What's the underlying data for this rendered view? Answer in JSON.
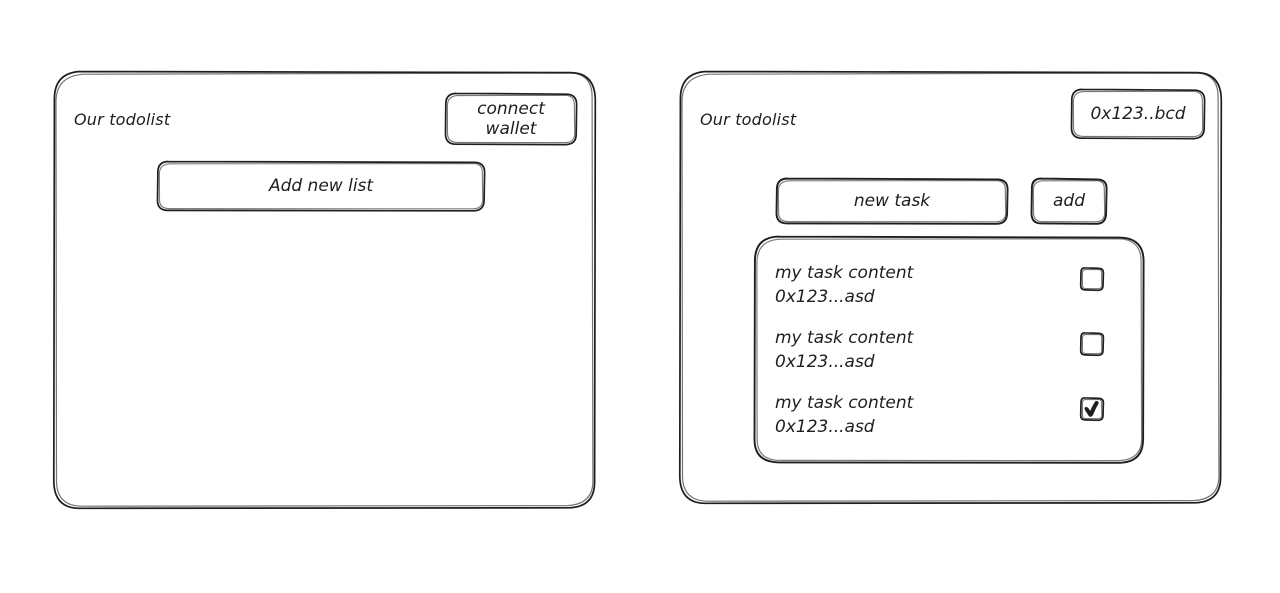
{
  "canvas": {
    "background": "#ffffff",
    "stroke_color": "#1e1e1e",
    "style": "hand-drawn-wireframe"
  },
  "panels": [
    {
      "id": "disconnected-state",
      "name": "todolist-disconnected-panel",
      "title": "Our todolist",
      "wallet_button": {
        "label_line1": "connect",
        "label_line2": "wallet",
        "label": "connect wallet"
      },
      "primary_action": {
        "label": "Add new list"
      }
    },
    {
      "id": "connected-state",
      "name": "todolist-connected-panel",
      "title": "Our todolist",
      "wallet_button": {
        "label": "0x123..bcd"
      },
      "new_task_input": {
        "value": "new task",
        "placeholder": "new task"
      },
      "add_button": {
        "label": "add"
      },
      "task_list": {
        "items": [
          {
            "content": "my task content",
            "address": "0x123...asd",
            "done": false
          },
          {
            "content": "my task content",
            "address": "0x123...asd",
            "done": false
          },
          {
            "content": "my task content",
            "address": "0x123...asd",
            "done": true
          }
        ]
      }
    }
  ]
}
